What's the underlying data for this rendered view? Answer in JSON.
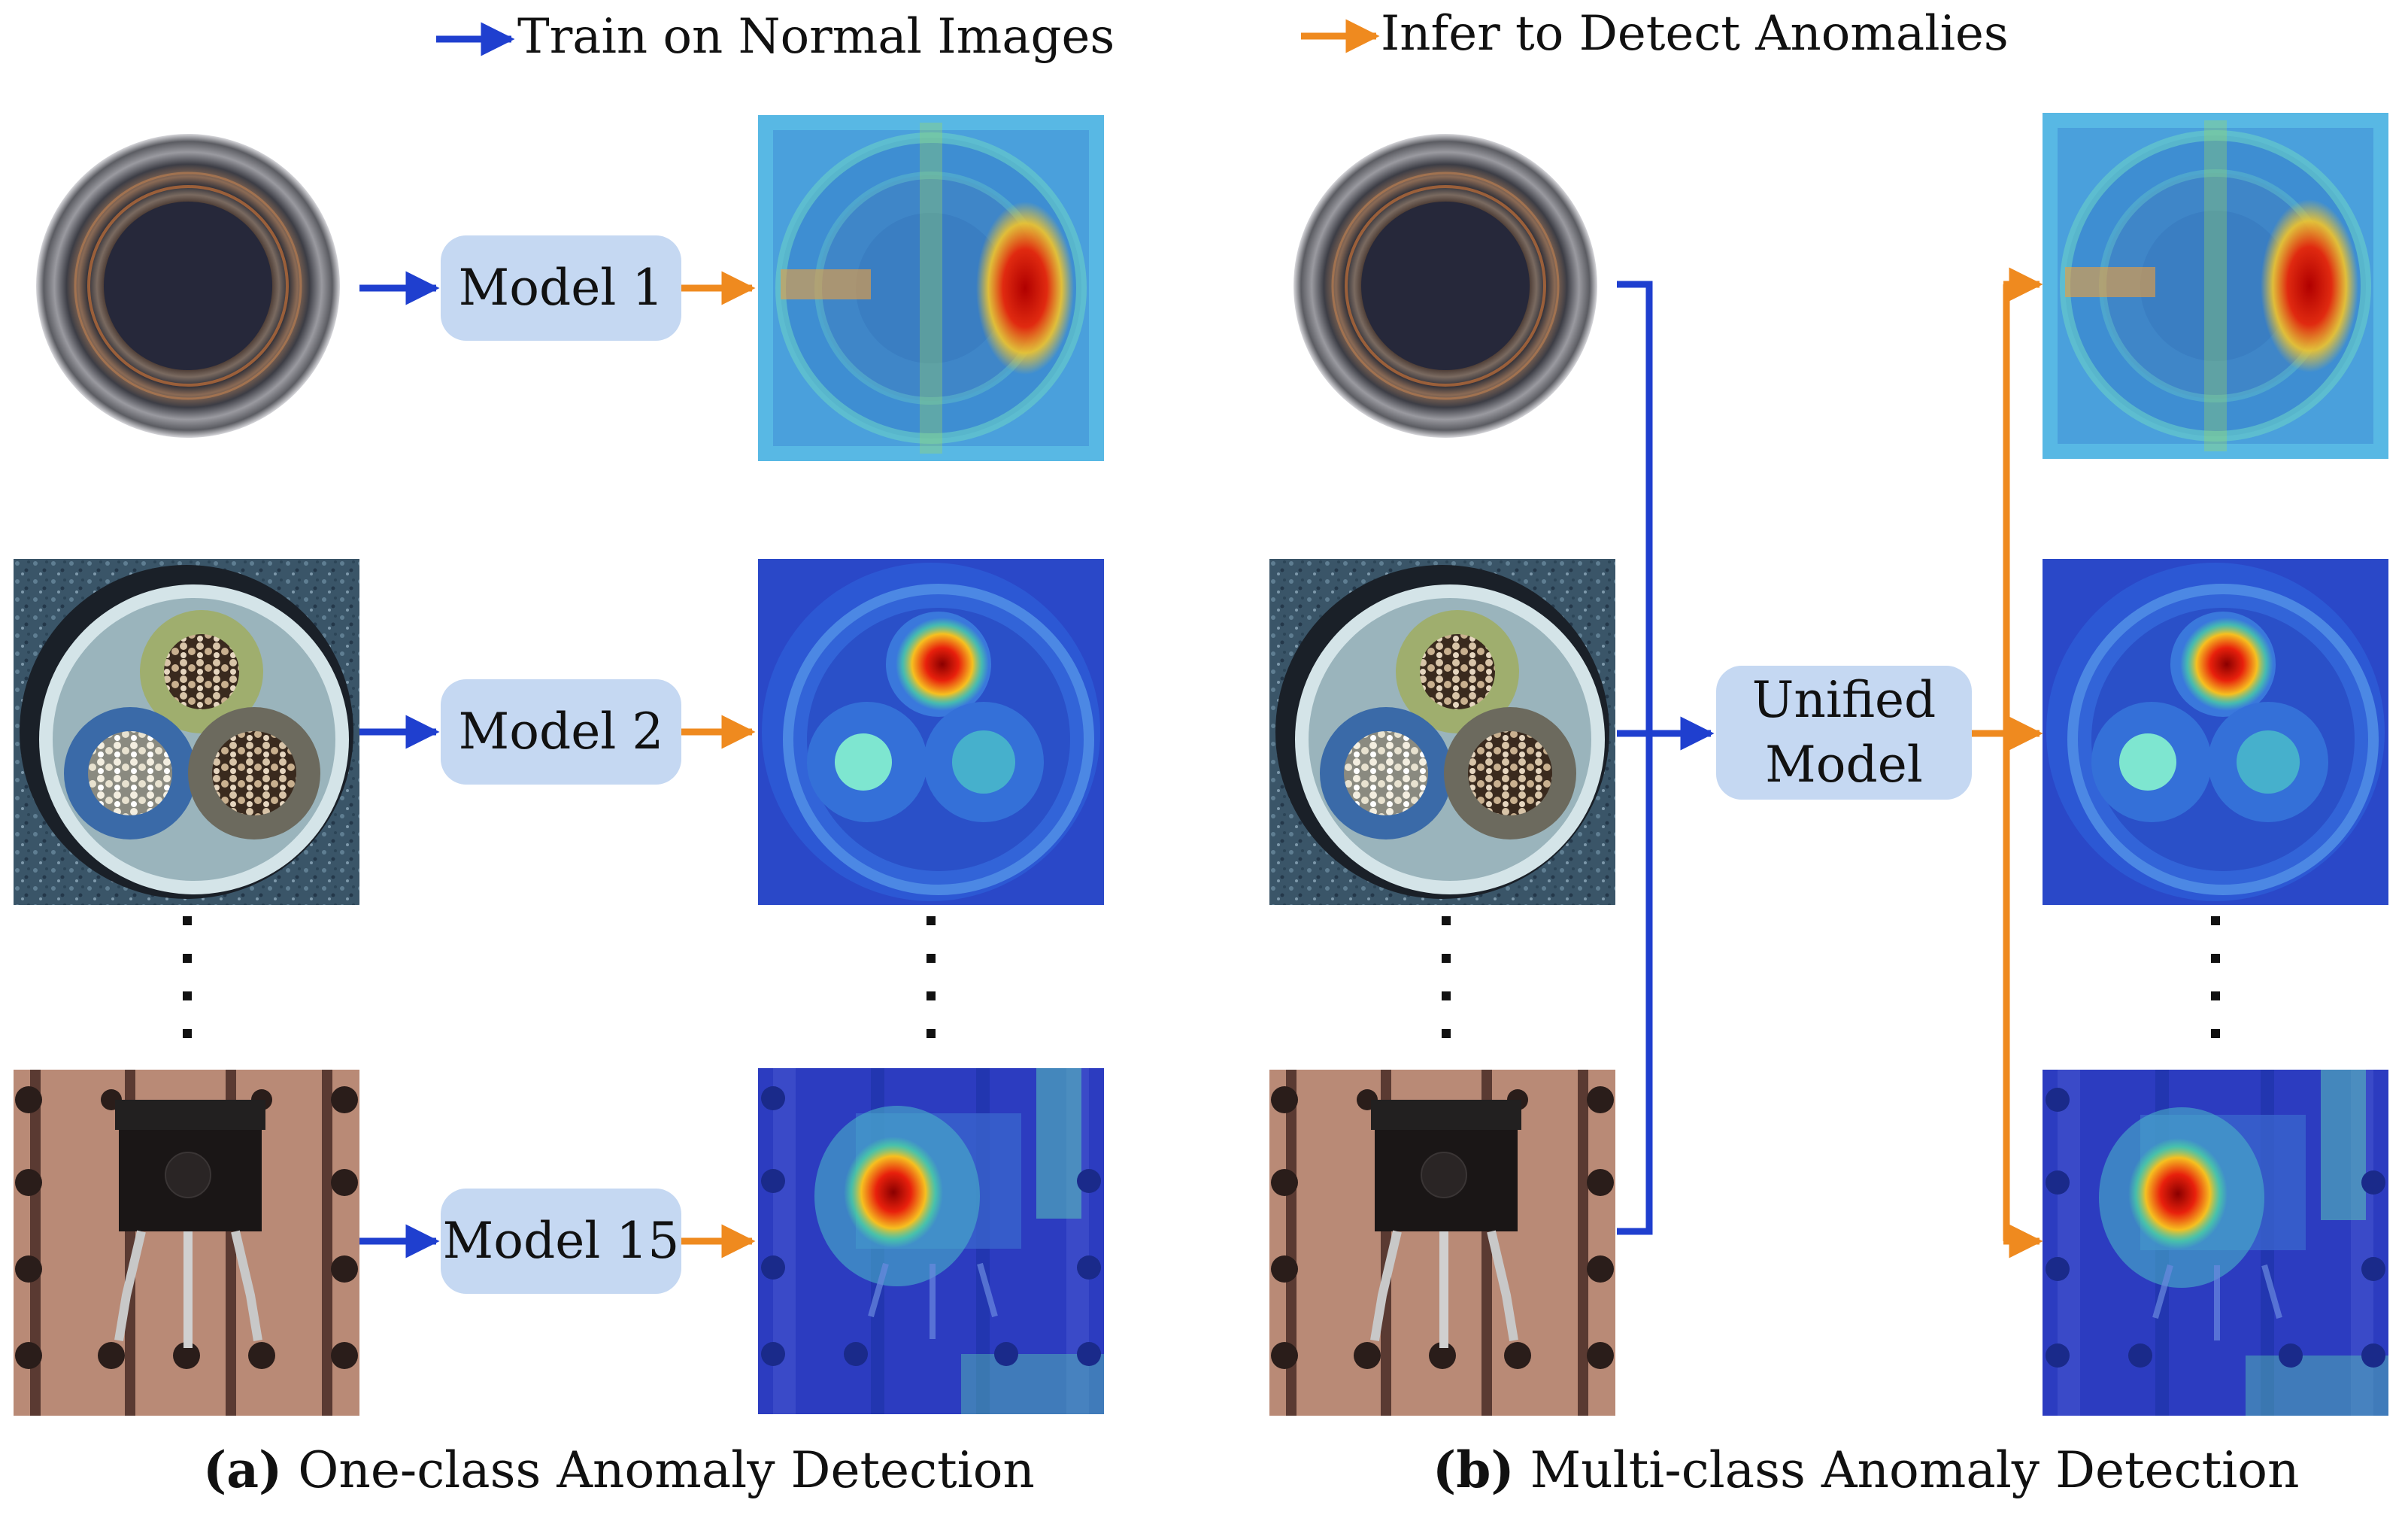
{
  "legend": {
    "train": "Train on Normal Images",
    "infer": "Infer to Detect Anomalies"
  },
  "colors": {
    "train_arrow": "#1f3fcf",
    "infer_arrow": "#ef8a1f",
    "model_box": "#c5d8f2"
  },
  "panel_a": {
    "models": [
      "Model 1",
      "Model 2",
      "Model 15"
    ],
    "caption_letter": "(a)",
    "caption_text": "One-class Anomaly Detection"
  },
  "panel_b": {
    "model": "Unified Model",
    "caption_letter": "(b)",
    "caption_text": "Multi-class Anomaly Detection"
  },
  "inputs": [
    "bottle",
    "cable",
    "transistor"
  ],
  "icons": [
    "bottle-image",
    "cable-image",
    "transistor-image",
    "bottle-heatmap",
    "cable-heatmap",
    "transistor-heatmap",
    "ellipsis-dots"
  ]
}
